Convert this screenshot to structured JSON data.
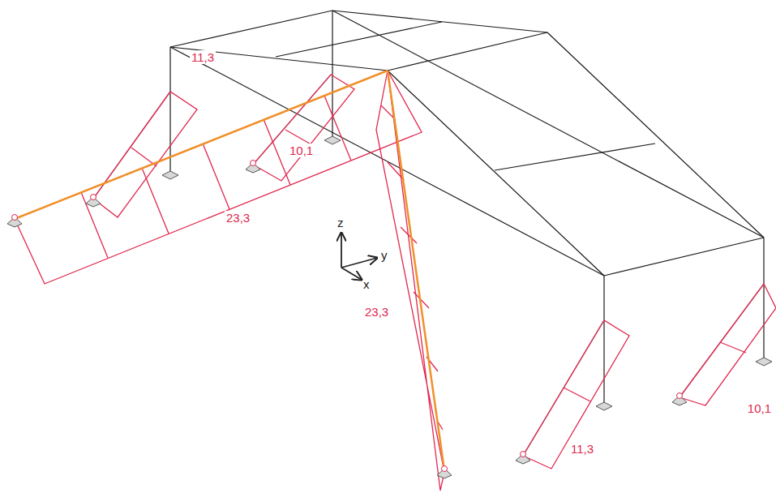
{
  "diagram": {
    "labels": [
      "11,3",
      "10,1",
      "23,3",
      "23,3",
      "11,3",
      "10,1",
      "z",
      "y",
      "x"
    ]
  }
}
